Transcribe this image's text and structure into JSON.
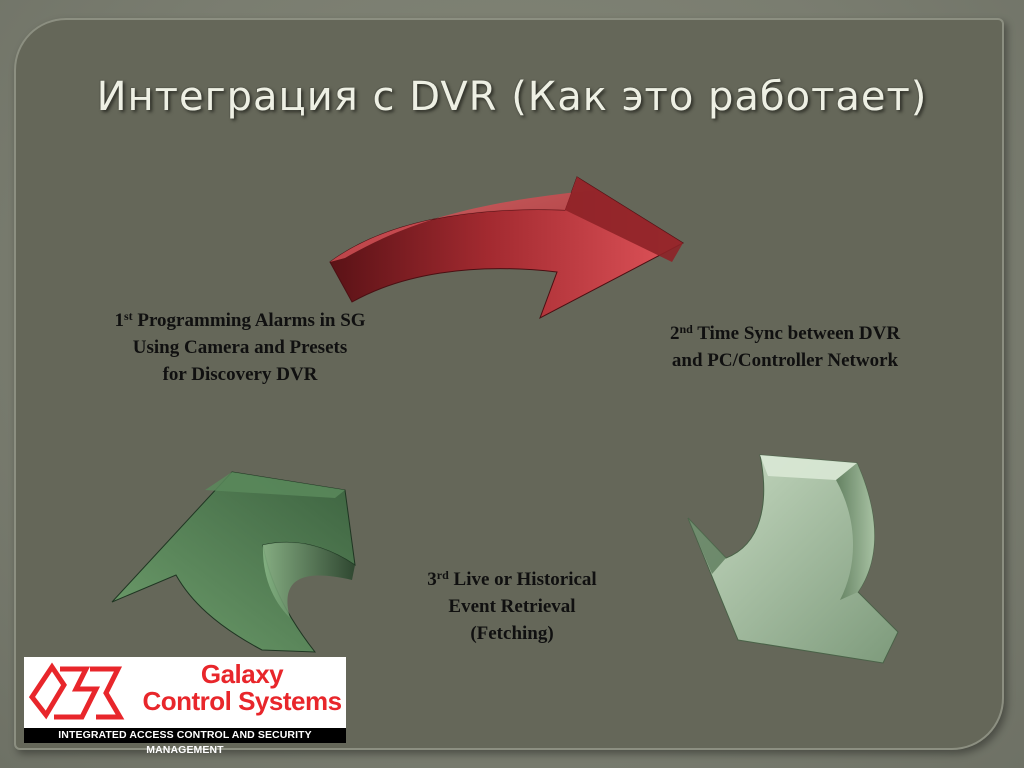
{
  "slide": {
    "title": "Интеграция с DVR (Как это работает)"
  },
  "steps": [
    {
      "ordinal": "1",
      "suffix": "st",
      "line1": " Programming Alarms in SG",
      "line2": "Using Camera and Presets",
      "line3": "for Discovery DVR"
    },
    {
      "ordinal": "2",
      "suffix": "nd",
      "line1": " Time Sync between DVR",
      "line2": "and PC/Controller Network"
    },
    {
      "ordinal": "3",
      "suffix": "rd",
      "line1": " Live or Historical",
      "line2": "Event Retrieval",
      "line3": "(Fetching)"
    }
  ],
  "arrows": [
    {
      "name": "red-curved-arrow",
      "color": "#c03a3f"
    },
    {
      "name": "light-green-curved-arrow",
      "color": "#8fa98c"
    },
    {
      "name": "dark-green-curved-arrow",
      "color": "#4f7a50"
    }
  ],
  "logo": {
    "name_line1": "Galaxy",
    "name_line2": "Control Systems",
    "tagline": "INTEGRATED ACCESS CONTROL AND SECURITY MANAGEMENT",
    "brand_color": "#e8262b"
  }
}
